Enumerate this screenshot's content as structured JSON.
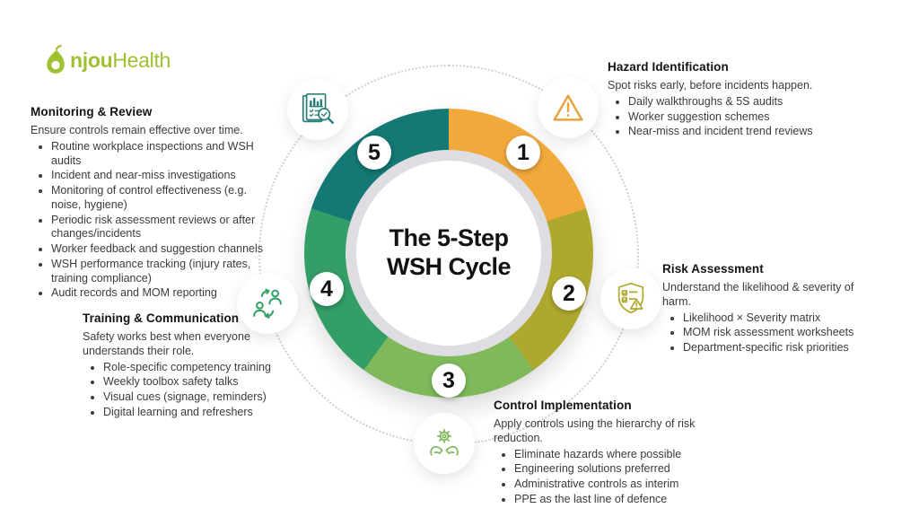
{
  "brand": {
    "name_bold": "njou",
    "name_light": "Health",
    "full_name": "AnjouHealth",
    "color": "#9FC131"
  },
  "center": {
    "title_line1": "The 5-Step",
    "title_line2": "WSH Cycle"
  },
  "steps": [
    {
      "number": "1",
      "title": "Hazard Identification",
      "intro": "Spot risks early, before incidents happen.",
      "bullets": [
        "Daily walkthroughs & 5S audits",
        "Worker suggestion schemes",
        "Near-miss and incident trend reviews"
      ],
      "color": "#F2A93B",
      "icon": "warning-triangle-icon"
    },
    {
      "number": "2",
      "title": "Risk Assessment",
      "intro": "Understand the likelihood & severity of harm.",
      "bullets": [
        "Likelihood × Severity matrix",
        "MOM risk assessment worksheets",
        "Department-specific risk priorities"
      ],
      "color": "#AFA82F",
      "icon": "shield-checklist-icon"
    },
    {
      "number": "3",
      "title": "Control Implementation",
      "intro": "Apply controls using the hierarchy of risk reduction.",
      "bullets": [
        "Eliminate hazards where possible",
        "Engineering solutions preferred",
        "Administrative controls as interim",
        "PPE as the last line of defence"
      ],
      "color": "#7FB95B",
      "icon": "hands-gear-icon"
    },
    {
      "number": "4",
      "title": "Training & Communication",
      "intro": "Safety works best when everyone understands their role.",
      "bullets": [
        "Role-specific competency training",
        "Weekly toolbox safety talks",
        "Visual cues (signage, reminders)",
        "Digital learning and refreshers"
      ],
      "color": "#339E66",
      "icon": "people-exchange-icon"
    },
    {
      "number": "5",
      "title": "Monitoring & Review",
      "intro": "Ensure controls remain effective over time.",
      "bullets": [
        "Routine workplace inspections and WSH audits",
        "Incident and near-miss investigations",
        "Monitoring of control effectiveness (e.g. noise, hygiene)",
        "Periodic risk assessment reviews or after changes/incidents",
        "Worker feedback and suggestion channels",
        "WSH performance tracking (injury rates, training compliance)",
        "Audit records and MOM reporting"
      ],
      "color": "#147874",
      "icon": "report-magnifier-icon"
    }
  ]
}
